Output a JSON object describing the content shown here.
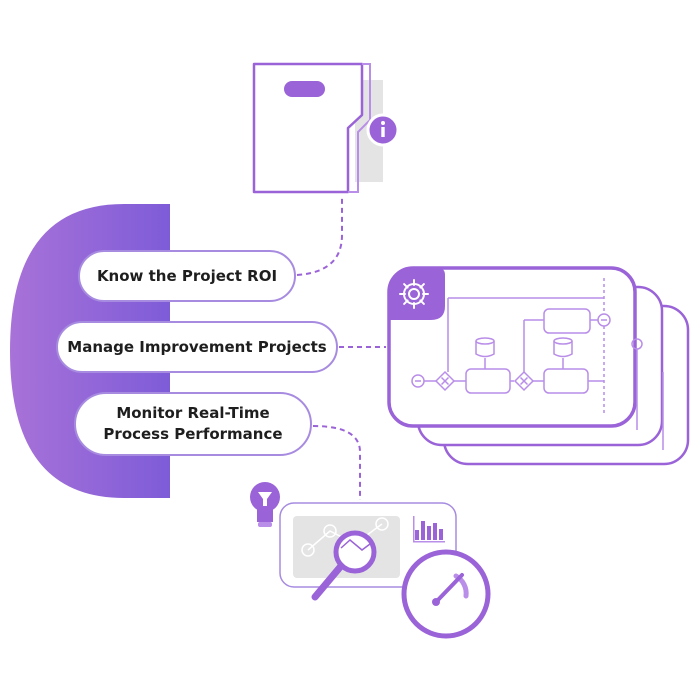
{
  "items": [
    {
      "label": "Know the Project ROI"
    },
    {
      "label": "Manage Improvement Projects"
    },
    {
      "label_line1": "Monitor Real-Time",
      "label_line2": "Process Performance"
    }
  ],
  "icons": {
    "document": "document-folder-icon",
    "info": "info-icon",
    "settings": "gear-icon",
    "workflow": "process-flow-icon",
    "idea": "lightbulb-icon",
    "analysis": "magnifier-icon",
    "chart": "bar-chart-icon",
    "speed": "gauge-icon"
  },
  "colors": {
    "primary": "#9a63d8",
    "secondary": "#b98ee8",
    "gradient_start": "#a872d8",
    "gradient_end": "#7e5cd8",
    "outline": "#a78be0",
    "panel": "#e4e4e4",
    "text": "#1e1e1e"
  }
}
